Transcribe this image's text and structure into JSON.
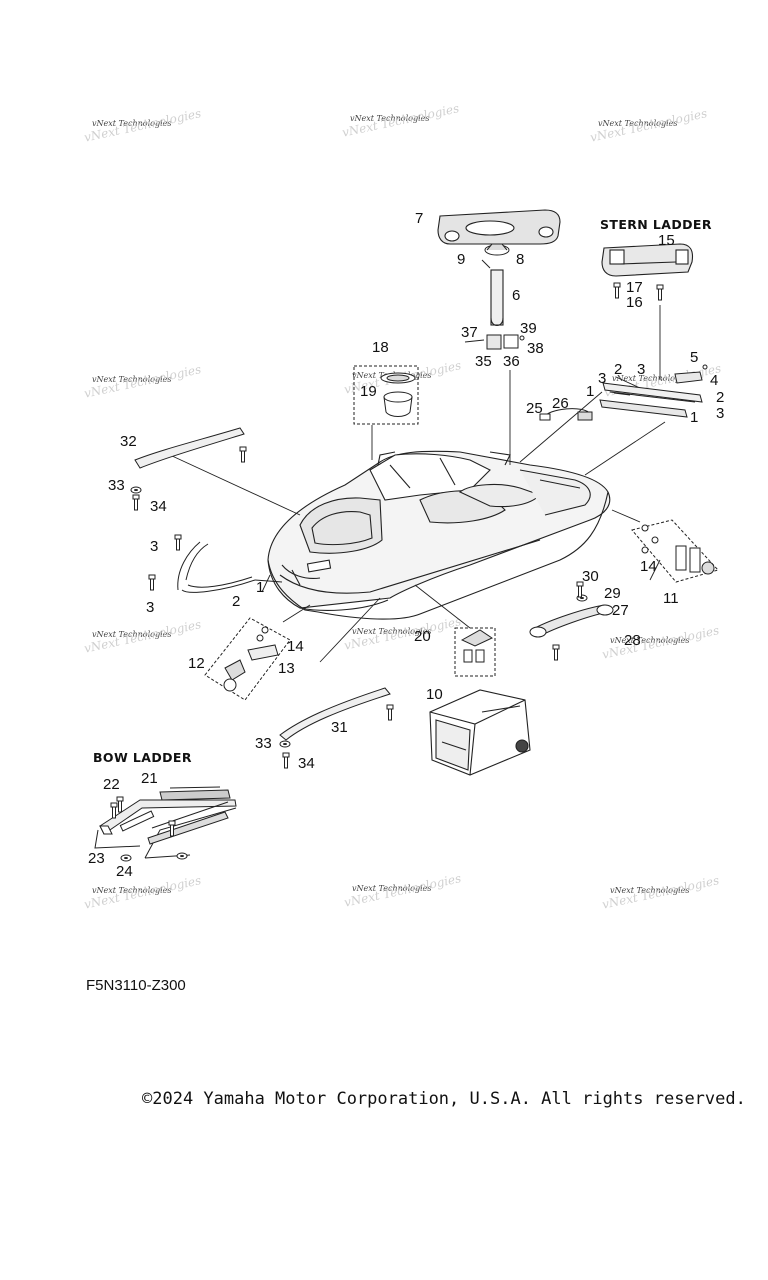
{
  "watermark": {
    "text": "vNext Technologies"
  },
  "sections": {
    "stern_ladder": "STERN LADDER",
    "bow_ladder": "BOW LADDER"
  },
  "callouts": {
    "c1": "1",
    "c2": "2",
    "c3": "3",
    "c4": "4",
    "c5": "5",
    "c6": "6",
    "c7": "7",
    "c8": "8",
    "c9": "9",
    "c10": "10",
    "c11": "11",
    "c12": "12",
    "c13": "13",
    "c14": "14",
    "c15": "15",
    "c16": "16",
    "c17": "17",
    "c18": "18",
    "c19": "19",
    "c20": "20",
    "c21": "21",
    "c22": "22",
    "c23": "23",
    "c24": "24",
    "c25": "25",
    "c26": "26",
    "c27": "27",
    "c28": "28",
    "c29": "29",
    "c30": "30",
    "c31": "31",
    "c32": "32",
    "c33": "33",
    "c34": "34",
    "c35": "35",
    "c36": "36",
    "c37": "37",
    "c38": "38",
    "c39": "39"
  },
  "diagram_code": "F5N3110-Z300",
  "copyright": "©2024 Yamaha Motor Corporation, U.S.A. All rights reserved."
}
